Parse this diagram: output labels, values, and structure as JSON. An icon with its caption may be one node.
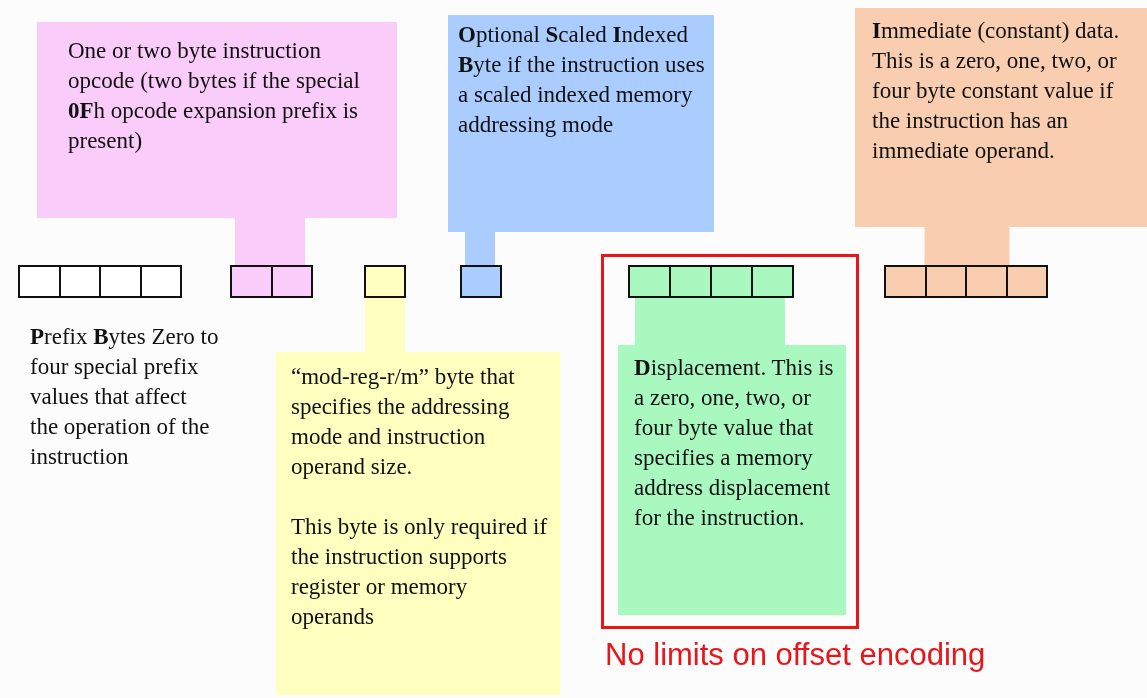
{
  "diagram": {
    "nodes": [
      {
        "text": [
          "One or two byte instruction opcode (two bytes if the special **0F**h opcode expansion prefix is present)"
        ]
      },
      {
        "text": [
          "**O**ptional **S**caled **I**ndexed **B**yte if the instruction uses a scaled indexed memory addressing mode"
        ]
      },
      {
        "text": [
          "**I**mmediate (constant) data. This is a zero, one, two, or four byte constant value if the instruction has an immediate operand."
        ]
      },
      {
        "text": [],
        "shape": "bar",
        "beside": [
          "**P**refix **B**ytes Zero to four special prefix values that affect the operation of the instruction"
        ]
      },
      {
        "text": [],
        "shape": "bar"
      },
      {
        "text": [],
        "shape": "box"
      },
      {
        "text": [],
        "shape": "box"
      },
      {
        "text": [
          "No limits on offset encoding"
        ]
      },
      {
        "text": [],
        "shape": "bar",
        "in": 7
      },
      {
        "text": [
          "**D**isplacement. This is a zero, one, two, or four byte value that specifies a memory address displacement for the instruction."
        ],
        "in": 7
      },
      {
        "text": [],
        "shape": "bar"
      },
      {
        "text": [
          "“mod-reg-r/m” byte that specifies the addressing mode and instruction operand size.",
          "This byte is only required if the instruction supports register or memory operands"
        ]
      }
    ],
    "edges": [
      {
        "from": 0,
        "to": 4,
        "arrow": "none",
        "color": "#f9ccf9"
      },
      {
        "from": 1,
        "to": 6,
        "arrow": "none",
        "color": "#aaccff"
      },
      {
        "from": 2,
        "to": 10,
        "arrow": "none",
        "color": "#f9cdb0"
      },
      {
        "from": 5,
        "to": 11,
        "arrow": "none",
        "color": "#ffffc0"
      },
      {
        "from": 8,
        "to": 9,
        "arrow": "none",
        "style": "thick",
        "color": "#a8f8c0"
      }
    ]
  }
}
